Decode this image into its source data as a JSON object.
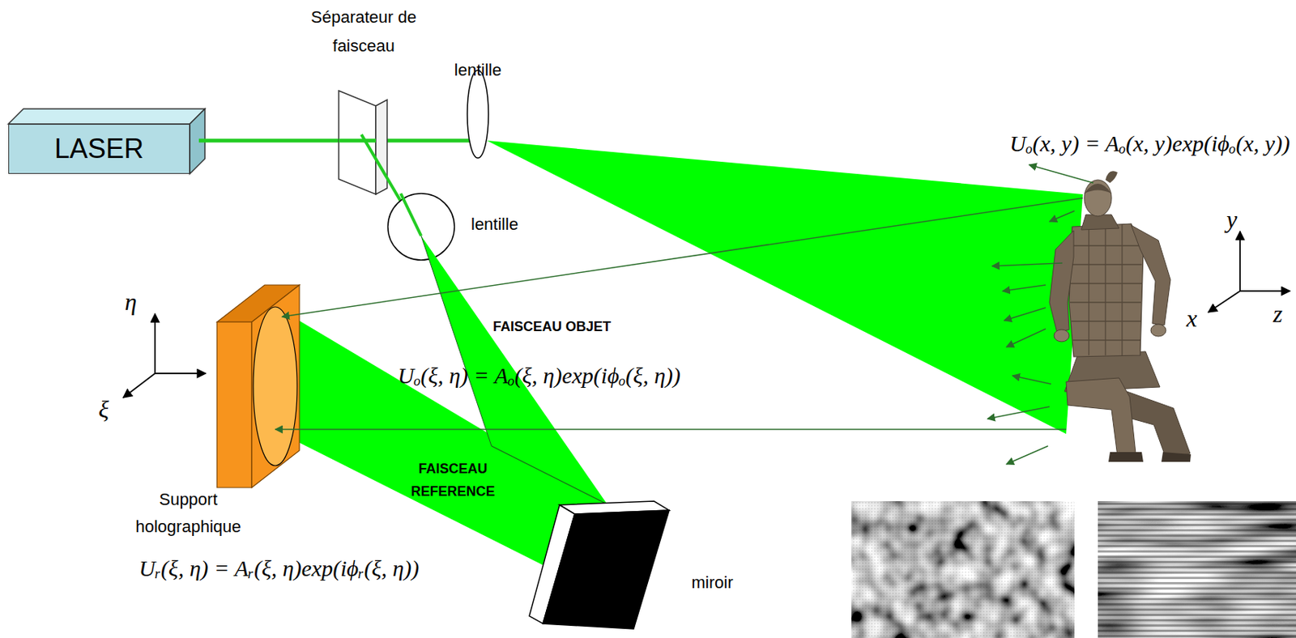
{
  "diagram": {
    "nodes": [
      {
        "text": [
          "LASER"
        ]
      }
    ],
    "labels": [
      "Séparateur de faisceau",
      "lentille",
      "lentille",
      "Uₒ(x, y) = Aₒ(x, y)exp(iϕₒ(x, y))",
      "y",
      "x",
      "z",
      "η",
      "ξ",
      "FAISCEAU OBJET",
      "Uₒ(ξ, η) = Aₒ(ξ, η)exp(iϕₒ(ξ, η))",
      "FAISCEAU REFERENCE",
      "Support holographique",
      "Uᵣ(ξ, η) = Aᵣ(ξ, η)exp(iϕᵣ(ξ, η))",
      "miroir"
    ]
  }
}
